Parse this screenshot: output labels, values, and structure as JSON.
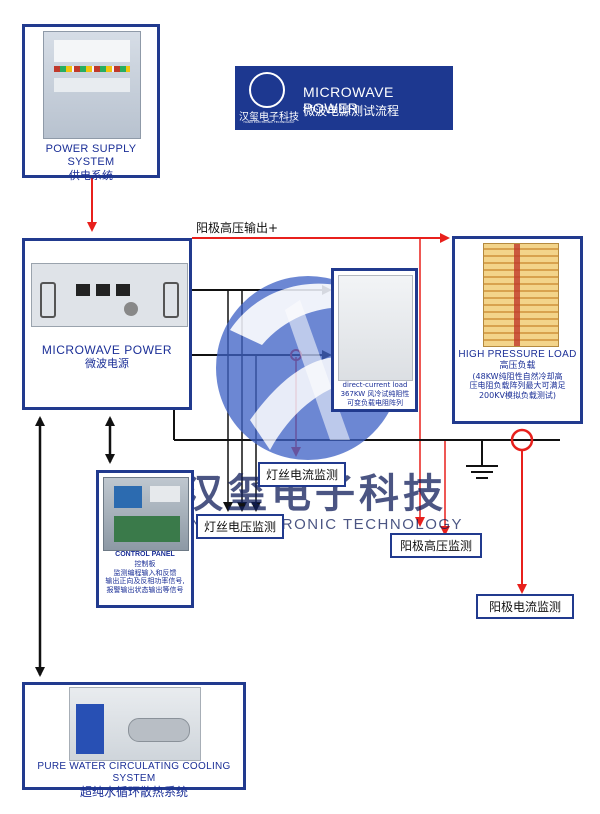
{
  "title": {
    "en": "MICROWAVE POWER",
    "zh": "微波电源测试流程",
    "logo_text": "汉玺电子科技",
    "logo_sub": "HANXI ELECTRONIC TECHNOLOGY"
  },
  "power_supply": {
    "en": "POWER SUPPLY SYSTEM",
    "zh": "供电系统"
  },
  "microwave_power": {
    "en": "MICROWAVE POWER",
    "zh": "微波电源"
  },
  "dc_load": {
    "line1": "direct-current load",
    "line2": "367KW 风冷试纯阻性",
    "line3": "可变负载电阻阵列"
  },
  "hp_load": {
    "en": "HIGH PRESSURE LOAD",
    "zh": "高压负载",
    "desc1": "(48KW纯阻性自然冷却高",
    "desc2": "压电阻负载阵列最大可满足",
    "desc3": "200KV模拟负载测试)"
  },
  "control_panel": {
    "en": "CONTROL PANEL",
    "zh": "控制板",
    "d1": "监测编程输入和反馈",
    "d2": "输出正向及反相功率信号,",
    "d3": "报警输出状态输出等信号"
  },
  "cooling": {
    "en": "PURE WATER CIRCULATING COOLING SYSTEM",
    "zh": "超纯水循环散热系统"
  },
  "labels": {
    "anode_hv_out": "阳极高压输出+",
    "filament_current": "灯丝电流监测",
    "filament_voltage": "灯丝电压监测",
    "anode_hv_monitor": "阳极高压监测",
    "anode_current_monitor": "阳极电流监测"
  },
  "watermark": {
    "zh": "汉玺电子科技",
    "en": "HANXI ELECTRONIC TECHNOLOGY"
  },
  "colors": {
    "border": "#213a8e",
    "red": "#e8201c",
    "black": "#111111",
    "logo_blue": "#2a4aa8"
  }
}
